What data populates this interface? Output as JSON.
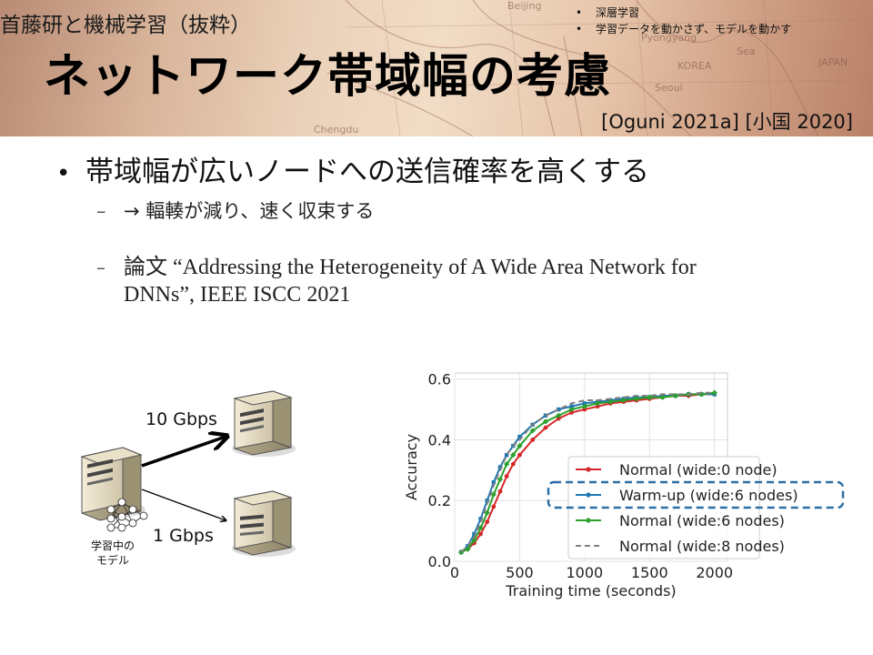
{
  "header": {
    "ribbon": "首藤研と機械学習（抜粋）",
    "title": "ネットワーク帯域幅の考慮",
    "topics": [
      "深層学習",
      "学習データを動かさず、モデルを動かす"
    ],
    "topic_bullet": "•",
    "refs": "[Oguni 2021a] [小国 2020]",
    "map_labels": [
      "Beijing",
      "Pyongyang",
      "Seoul",
      "JAPAN",
      "KOREA",
      "Chengdu",
      "Sea"
    ]
  },
  "body": {
    "bullet_symbol": "•",
    "main": "帯域幅が広いノードへの送信確率を高くする",
    "dash": "–",
    "sub1": "→ 輻輳が減り、速く収束する",
    "sub2_line1": "論文 “Addressing the Heterogeneity of A Wide Area Network for",
    "sub2_line2": "DNNs”, IEEE ISCC 2021"
  },
  "diagram": {
    "fast_link": "10 Gbps",
    "slow_link": "1 Gbps",
    "model_caption_line1": "学習中の",
    "model_caption_line2": "モデル"
  },
  "chart_data": {
    "type": "line",
    "xlabel": "Training time (seconds)",
    "ylabel": "Accuracy",
    "xlim": [
      0,
      2100
    ],
    "ylim": [
      0,
      0.62
    ],
    "xticks": [
      0,
      500,
      1000,
      1500,
      2000
    ],
    "yticks": [
      0.0,
      0.2,
      0.4,
      0.6
    ],
    "ytick_labels": [
      "0.0",
      "0.2",
      "0.4",
      "0.6"
    ],
    "grid": true,
    "legend_position": "bottom-right",
    "highlighted_series": "Warm-up (wide:6 nodes)",
    "series": [
      {
        "name": "Normal (wide:0 node)",
        "color": "#d62728",
        "style": "solid-dot",
        "x": [
          50,
          100,
          150,
          200,
          250,
          300,
          350,
          400,
          450,
          500,
          600,
          700,
          800,
          900,
          1000,
          1100,
          1200,
          1300,
          1400,
          1500,
          1600,
          1700,
          1800,
          1900,
          2000
        ],
        "y": [
          0.03,
          0.04,
          0.06,
          0.09,
          0.13,
          0.18,
          0.23,
          0.28,
          0.32,
          0.35,
          0.4,
          0.44,
          0.47,
          0.49,
          0.5,
          0.51,
          0.52,
          0.525,
          0.53,
          0.535,
          0.54,
          0.545,
          0.545,
          0.55,
          0.55
        ]
      },
      {
        "name": "Warm-up (wide:6 nodes)",
        "color": "#1f77b4",
        "style": "solid-square",
        "x": [
          50,
          100,
          150,
          200,
          250,
          300,
          350,
          400,
          450,
          500,
          600,
          700,
          800,
          900,
          1000,
          1100,
          1200,
          1300,
          1400,
          1500,
          1600,
          1700,
          1800,
          1900,
          2000
        ],
        "y": [
          0.03,
          0.05,
          0.09,
          0.14,
          0.2,
          0.26,
          0.31,
          0.35,
          0.38,
          0.41,
          0.45,
          0.48,
          0.5,
          0.51,
          0.52,
          0.525,
          0.53,
          0.535,
          0.54,
          0.54,
          0.545,
          0.545,
          0.55,
          0.55,
          0.55
        ]
      },
      {
        "name": "Normal (wide:6 nodes)",
        "color": "#2ca02c",
        "style": "solid-diamond",
        "x": [
          50,
          100,
          150,
          200,
          250,
          300,
          350,
          400,
          450,
          500,
          600,
          700,
          800,
          900,
          1000,
          1100,
          1200,
          1300,
          1400,
          1500,
          1600,
          1700,
          1800,
          1900,
          2000
        ],
        "y": [
          0.03,
          0.04,
          0.07,
          0.11,
          0.16,
          0.22,
          0.27,
          0.32,
          0.35,
          0.38,
          0.43,
          0.46,
          0.48,
          0.5,
          0.51,
          0.52,
          0.525,
          0.53,
          0.535,
          0.54,
          0.54,
          0.545,
          0.55,
          0.55,
          0.555
        ]
      },
      {
        "name": "Normal (wide:8 nodes)",
        "color": "#7f7f7f",
        "style": "dashed",
        "x": [
          50,
          100,
          150,
          200,
          250,
          300,
          350,
          400,
          450,
          500,
          600,
          700,
          800,
          900,
          1000,
          1100,
          1200,
          1300,
          1400,
          1500,
          1600,
          1700,
          1800,
          1900,
          2000
        ],
        "y": [
          0.03,
          0.05,
          0.08,
          0.13,
          0.19,
          0.25,
          0.3,
          0.35,
          0.38,
          0.4,
          0.45,
          0.48,
          0.5,
          0.52,
          0.53,
          0.53,
          0.535,
          0.54,
          0.545,
          0.545,
          0.55,
          0.55,
          0.55,
          0.555,
          0.555
        ]
      }
    ]
  }
}
